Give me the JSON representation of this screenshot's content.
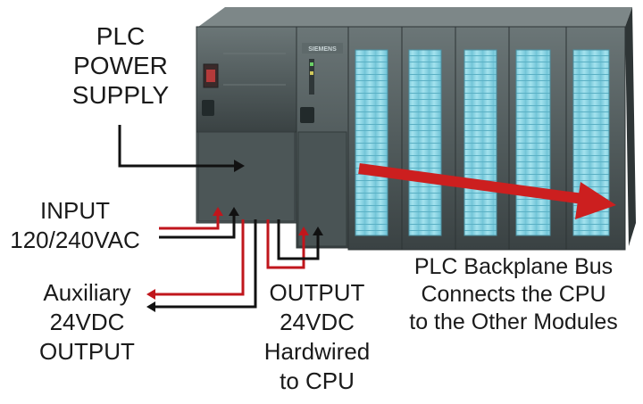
{
  "labels": {
    "power_supply": [
      "PLC",
      "POWER",
      "SUPPLY"
    ],
    "input": [
      "INPUT",
      "120/240VAC"
    ],
    "aux_output": [
      "Auxiliary",
      "24VDC",
      "OUTPUT"
    ],
    "output_cpu": [
      "OUTPUT",
      "24VDC",
      "Hardwired",
      "to CPU"
    ],
    "backplane": [
      "PLC Backplane Bus",
      "Connects the CPU",
      "to the Other Modules"
    ]
  },
  "brand": "SIEMENS",
  "colors": {
    "housing": "#4f5a5b",
    "housing_dark": "#353d3f",
    "io_window": "#8fd7e6",
    "wire_red": "#c0161c",
    "wire_black": "#111111",
    "bus_arrow": "#cc1f1f"
  }
}
